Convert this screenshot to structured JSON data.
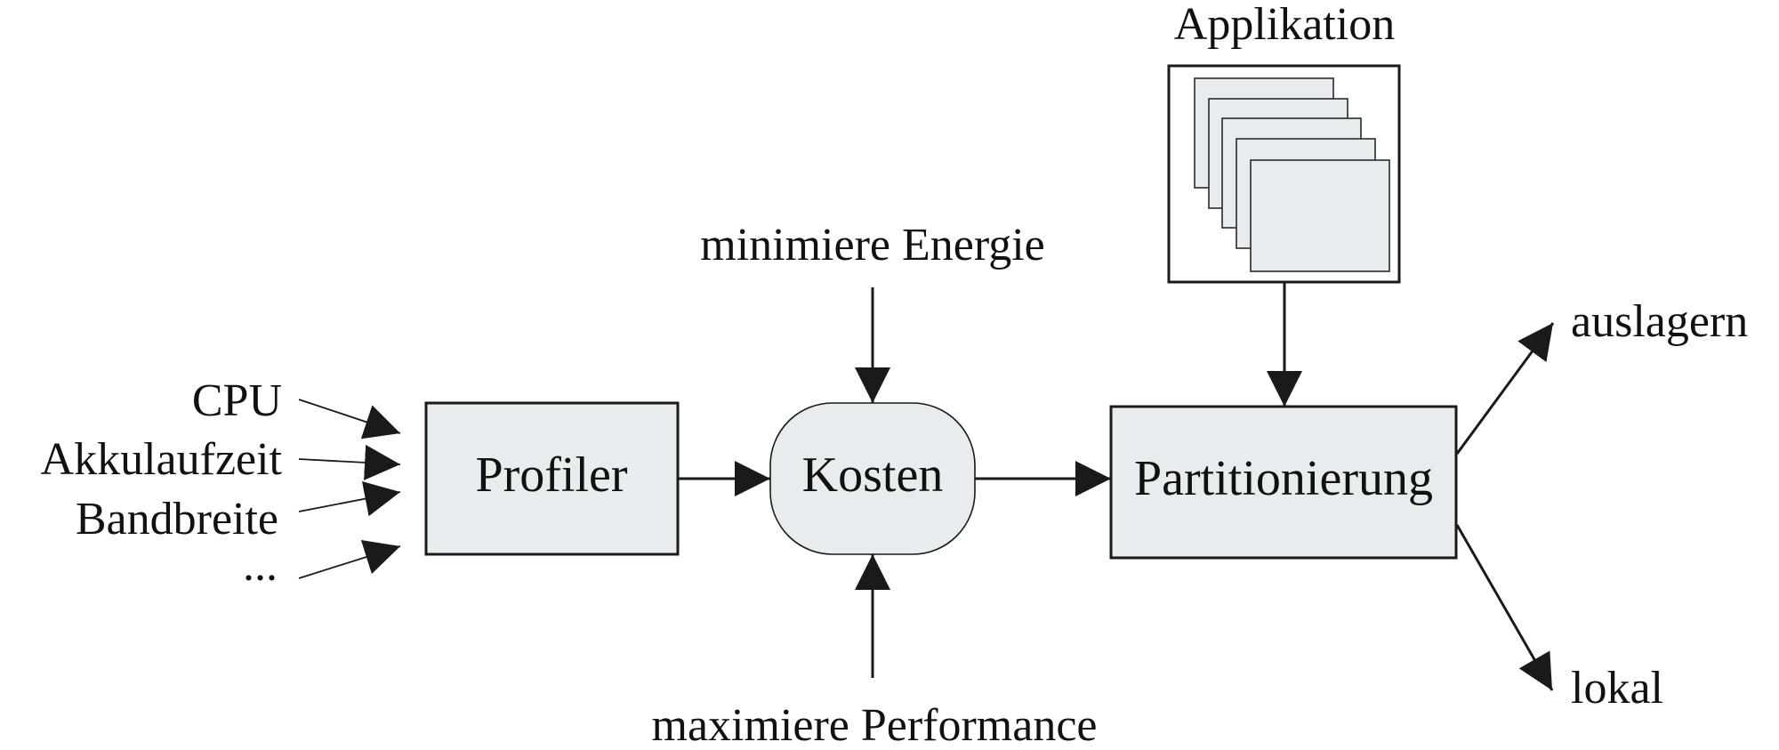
{
  "inputs": {
    "cpu": "CPU",
    "battery": "Akkulaufzeit",
    "bandwidth": "Bandbreite",
    "more": "..."
  },
  "profiler": {
    "label": "Profiler"
  },
  "cost": {
    "label": "Kosten"
  },
  "goals": {
    "energy": "minimiere Energie",
    "performance": "maximiere Performance"
  },
  "application": {
    "label": "Applikation"
  },
  "partitioning": {
    "label": "Partitionierung"
  },
  "outputs": {
    "offload": "auslagern",
    "local": "lokal"
  },
  "colors": {
    "box_fill": "#e7ecef",
    "stroke": "#1a1a1a",
    "text": "#111111"
  }
}
